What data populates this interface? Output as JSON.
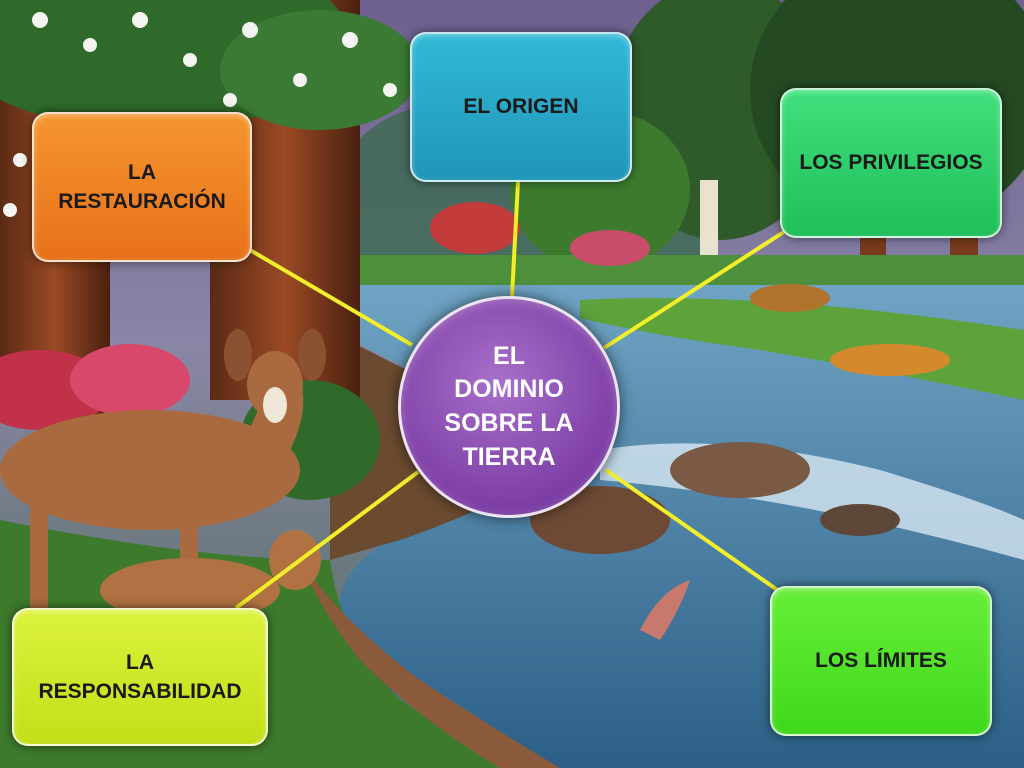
{
  "center": {
    "label": "EL\nDOMINIO\nSOBRE LA\nTIERRA"
  },
  "nodes": {
    "origen": "EL ORIGEN",
    "privilegios": "LOS PRIVILEGIOS",
    "restauracion": "LA\nRESTAURACIÓN",
    "responsabilidad": "LA\nRESPONSABILIDAD",
    "limites": "LOS LÍMITES"
  },
  "colors": {
    "connector": "#f2ee2a",
    "center": "#8a4db3",
    "origen": "#2aa8c8",
    "privilegios": "#2fd46b",
    "restauracion": "#f08424",
    "responsabilidad": "#cfe82a",
    "limites": "#52e42a"
  }
}
